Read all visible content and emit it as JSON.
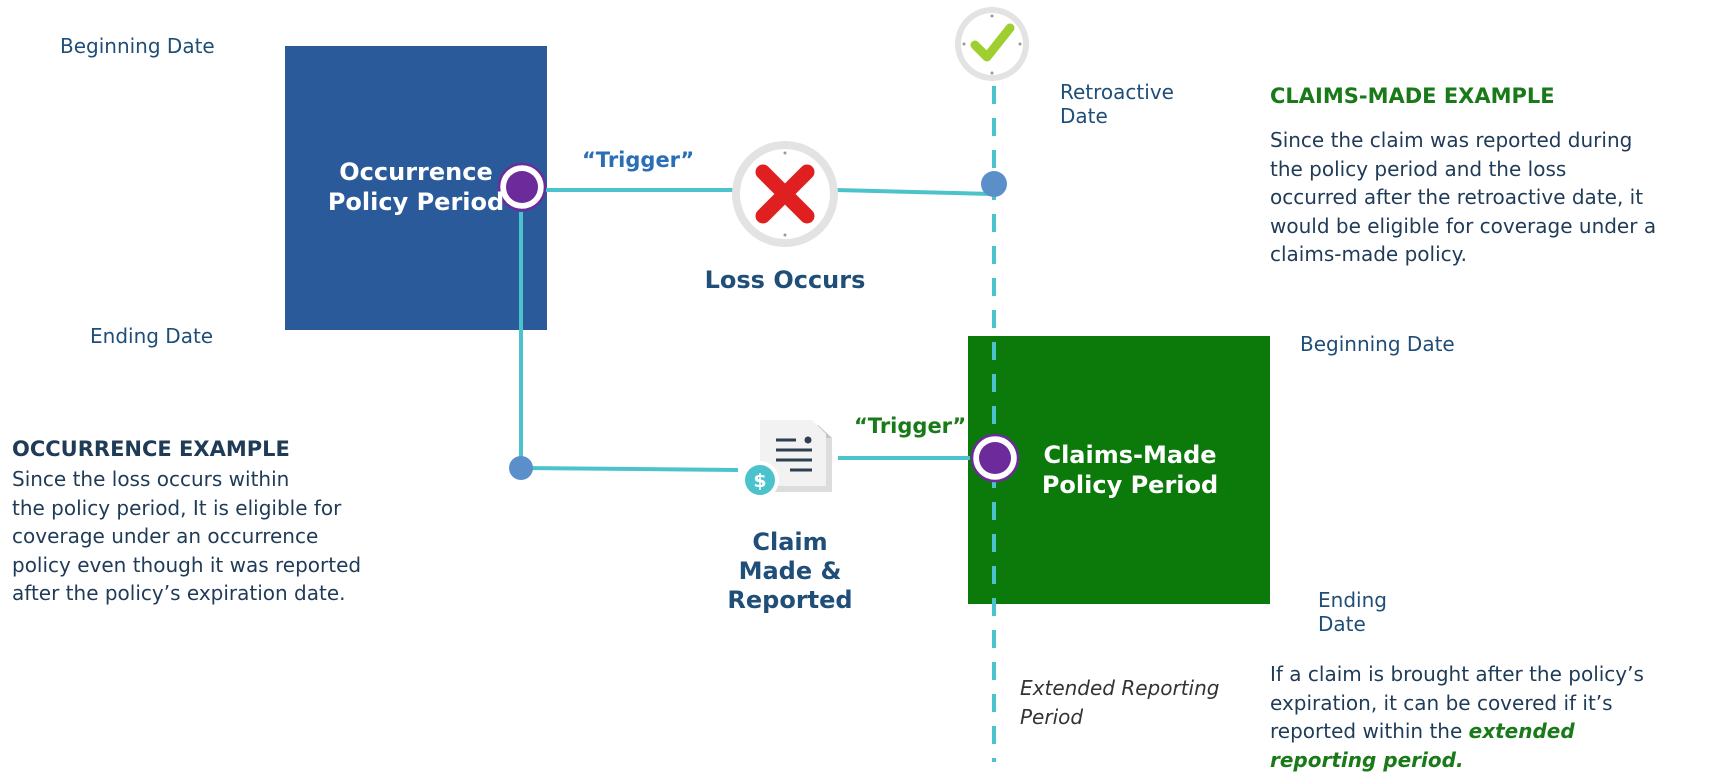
{
  "occurrence_box": {
    "label_line1": "Occurrence",
    "label_line2": "Policy Period",
    "color": "#2a5a9a"
  },
  "occurrence_dates": {
    "beginning": "Beginning Date",
    "ending": "Ending Date"
  },
  "claims_box": {
    "label_line1": "Claims-Made",
    "label_line2": "Policy Period",
    "color": "#0b7a0b"
  },
  "claims_dates": {
    "beginning": "Beginning Date",
    "ending_line1": "Ending",
    "ending_line2": "Date"
  },
  "retroactive": {
    "line1": "Retroactive",
    "line2": "Date"
  },
  "triggers": {
    "top": "“Trigger”",
    "bottom": "“Trigger”"
  },
  "loss_occurs": "Loss Occurs",
  "claim_made": {
    "line1": "Claim",
    "line2": "Made &",
    "line3": "Reported"
  },
  "extended_period": {
    "line1": "Extended Reporting",
    "line2": "Period"
  },
  "occurrence_example": {
    "heading": "OCCURRENCE EXAMPLE",
    "lines": [
      "Since the loss occurs within",
      "the policy period, It is eligible for",
      "coverage under an occurrence",
      "policy even though it was reported",
      "after the policy’s expiration date."
    ]
  },
  "claims_made_example": {
    "heading": "CLAIMS-MADE EXAMPLE",
    "lines": [
      "Since the claim was reported during",
      "the policy period and the loss",
      "occurred after the retroactive date, it",
      "would be eligible for coverage under a",
      "claims-made policy."
    ]
  },
  "extended_note": {
    "lines": [
      "If a claim is brought after the policy’s",
      "expiration, it can  be covered if it’s",
      "reported within the"
    ],
    "emphasis_line1": "extended",
    "emphasis_line2": "reporting period."
  },
  "icons": [
    "checkmark-icon",
    "red-x-icon",
    "invoice-dollar-icon"
  ],
  "colors": {
    "connector": "#4cc3cc",
    "node_dot": "#5b8fc9",
    "purple_node": "#6c2a9a",
    "dark_blue_text": "#1f4e79",
    "green_text": "#1a7a1a",
    "blue_trigger": "#2a6fb5"
  }
}
